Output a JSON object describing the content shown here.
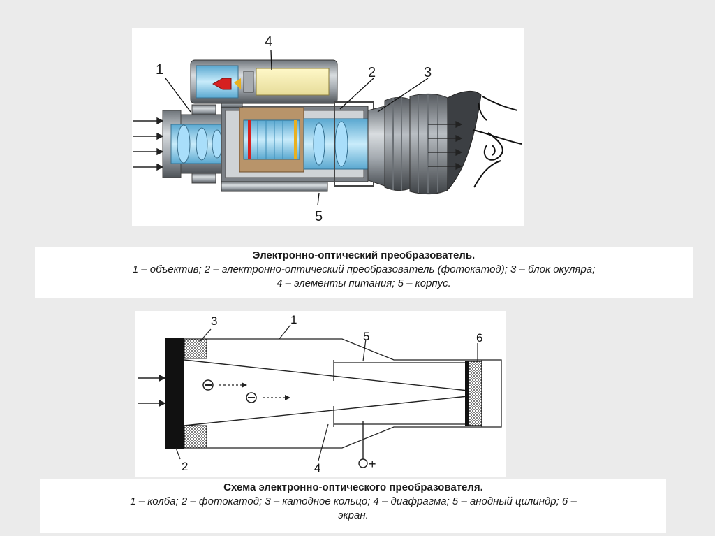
{
  "device": {
    "labels": {
      "l1": "1",
      "l2": "2",
      "l3": "3",
      "l4": "4",
      "l5": "5"
    }
  },
  "caption_top": {
    "title": "Электронно-оптический преобразователь",
    "line1": "1 – объектив; 2 – электронно-оптический преобразователь (фотокатод);  3 – блок окуляра;",
    "line2": "4 – элементы питания; 5 – корпус."
  },
  "schema": {
    "labels": {
      "l1": "1",
      "l2": "2",
      "l3": "3",
      "l4": "4",
      "l5": "5",
      "l6": "6"
    },
    "electron_symbol": "⊖",
    "anode_symbol": "+"
  },
  "caption_bottom": {
    "title": "Схема электронно-оптического преобразователя",
    "line1": "1 – колба; 2 – фотокатод; 3 – катодное кольцо; 4 – диафрагма; 5 – анодный цилиндр; 6 –",
    "line2": "экран."
  },
  "colors": {
    "metal": "#9aa0a6",
    "glass": "#8fd3f4",
    "battery": "#f6efb9",
    "block": "#b8946a",
    "red": "#d62020",
    "amber": "#e8b020",
    "dark": "#1b1b1b"
  }
}
